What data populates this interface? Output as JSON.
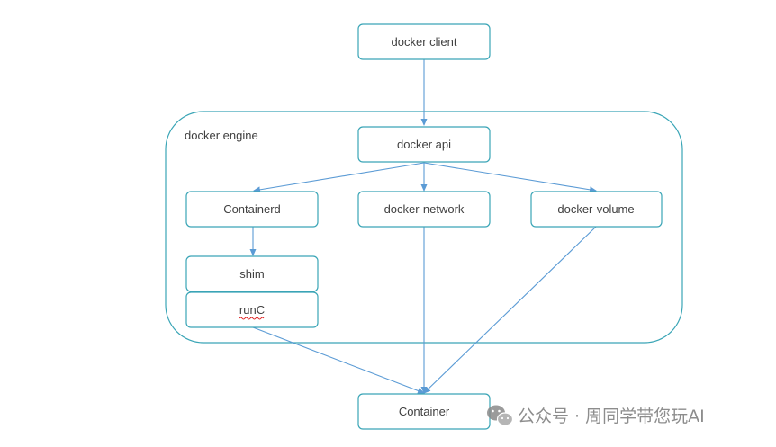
{
  "diagram": {
    "engine_label": "docker engine",
    "nodes": {
      "docker_client": "docker client",
      "docker_api": "docker api",
      "containerd": "Containerd",
      "docker_network": "docker-network",
      "docker_volume": "docker-volume",
      "shim": "shim",
      "runc": "runC",
      "container": "Container"
    },
    "connections": [
      {
        "from": "docker client",
        "to": "docker api"
      },
      {
        "from": "docker api",
        "to": "Containerd"
      },
      {
        "from": "docker api",
        "to": "docker-network"
      },
      {
        "from": "docker api",
        "to": "docker-volume"
      },
      {
        "from": "Containerd",
        "to": "shim"
      },
      {
        "from": "runC",
        "to": "Container"
      },
      {
        "from": "docker-network",
        "to": "Container"
      },
      {
        "from": "docker-volume",
        "to": "Container"
      }
    ]
  },
  "watermark": {
    "text": "公众号 · 周同学带您玩AI",
    "icon": "wechat-icon"
  },
  "colors": {
    "box_border": "#3aa5b6",
    "arrow": "#5b9bd5",
    "text": "#404040",
    "spellcheck_underline": "#e02020"
  }
}
